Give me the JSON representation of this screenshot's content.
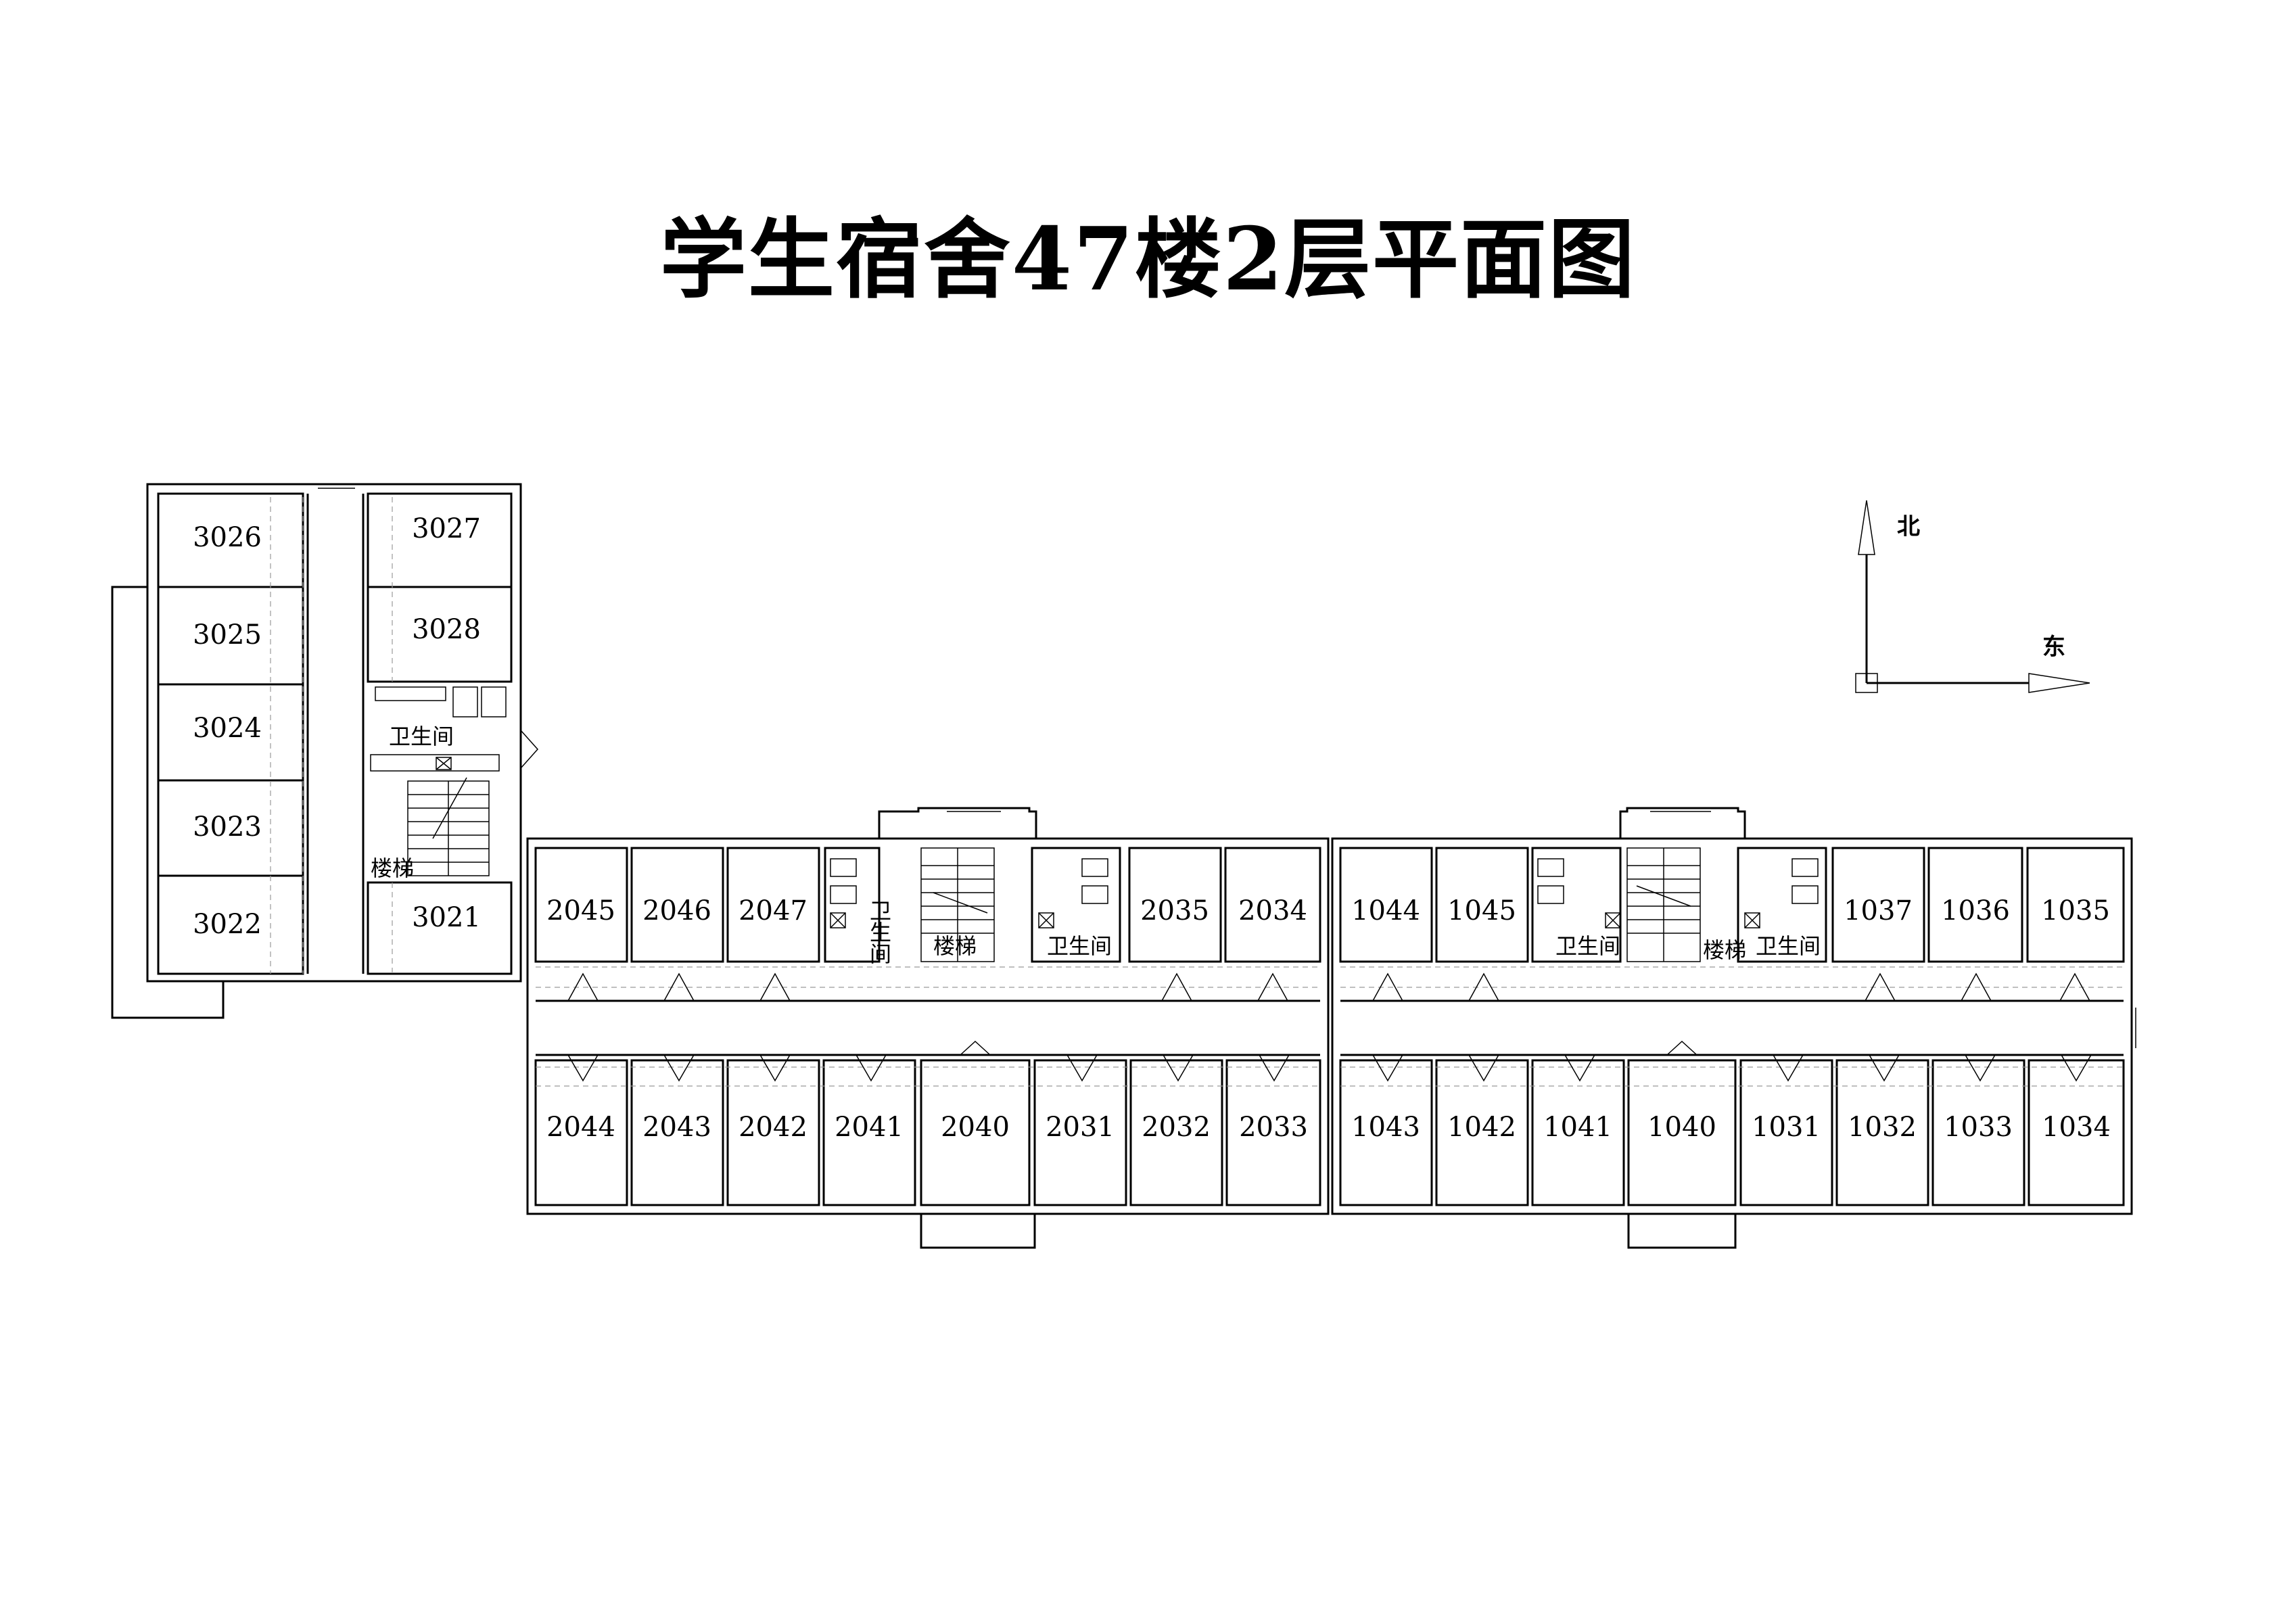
{
  "title": "学生宿舍47楼2层平面图",
  "compass": {
    "north": "北",
    "east": "东"
  },
  "labels": {
    "restroom": "卫生间",
    "stairs": "楼梯"
  },
  "wings": {
    "west": {
      "left_rooms": [
        "3026",
        "3025",
        "3024",
        "3023",
        "3022"
      ],
      "right_rooms": [
        "3027",
        "3028",
        "3021"
      ]
    },
    "middle": {
      "north_rooms": [
        "2045",
        "2046",
        "2047",
        "2035",
        "2034"
      ],
      "south_rooms": [
        "2044",
        "2043",
        "2042",
        "2041",
        "2040",
        "2031",
        "2032",
        "2033"
      ]
    },
    "east": {
      "north_rooms": [
        "1044",
        "1045",
        "1037",
        "1036",
        "1035"
      ],
      "south_rooms": [
        "1043",
        "1042",
        "1041",
        "1040",
        "1031",
        "1032",
        "1033",
        "1034"
      ]
    }
  }
}
